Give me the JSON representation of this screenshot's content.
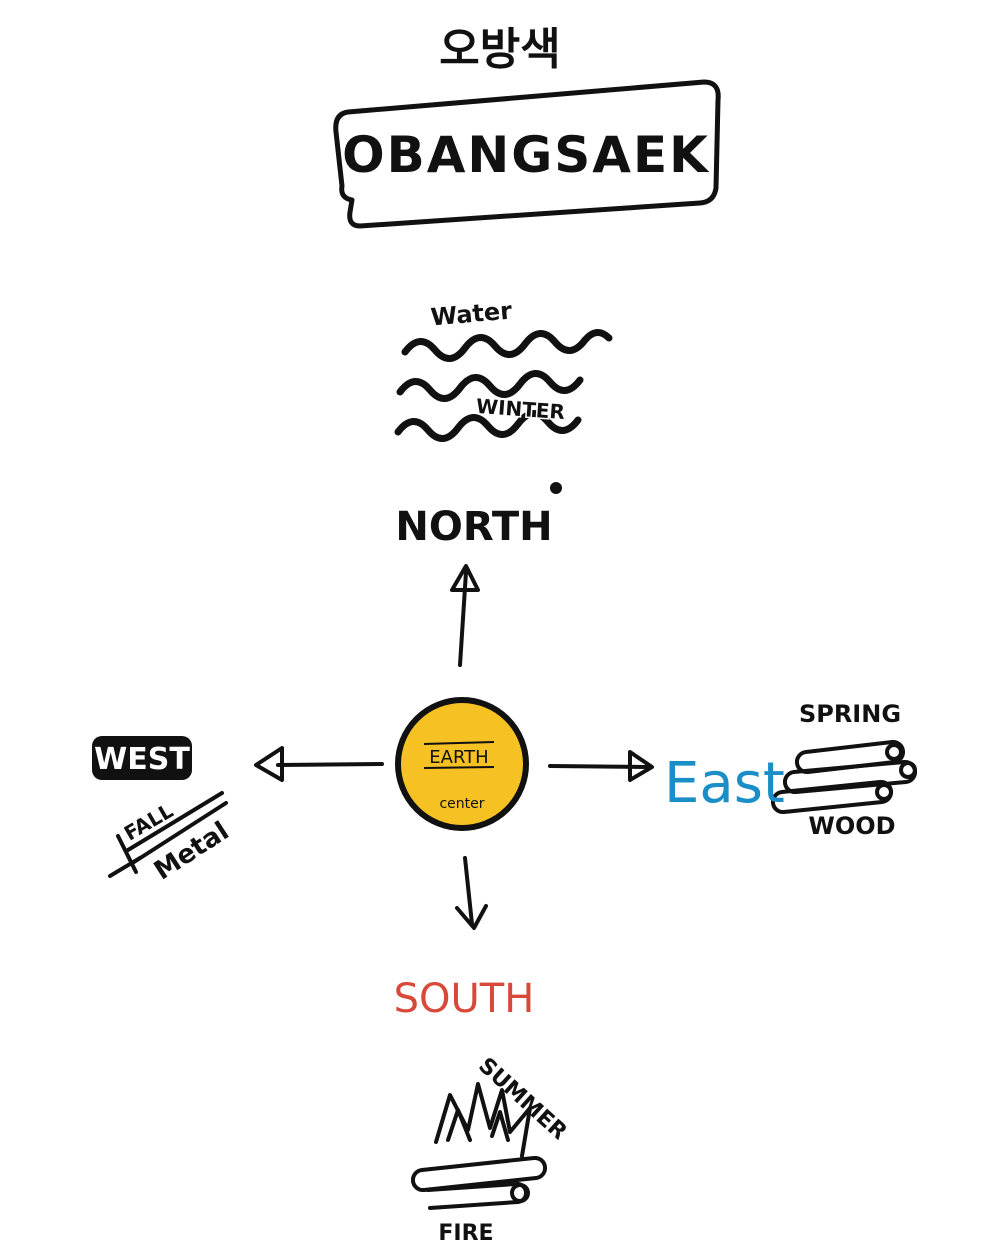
{
  "title_korean": "오방색",
  "title": "OBANGSAEK",
  "center": {
    "element": "EARTH",
    "label": "center",
    "fill": "#f6c122"
  },
  "north": {
    "direction": "NORTH",
    "element": "Water",
    "season": "WINTER"
  },
  "east": {
    "direction": "East",
    "direction_color": "#1a8fc7",
    "season": "SPRING",
    "element": "WOOD"
  },
  "west": {
    "direction": "WEST",
    "season": "FALL",
    "element": "Metal"
  },
  "south": {
    "direction": "SOUTH",
    "direction_color": "#d9493a",
    "season": "SUMMER",
    "element": "FIRE"
  }
}
